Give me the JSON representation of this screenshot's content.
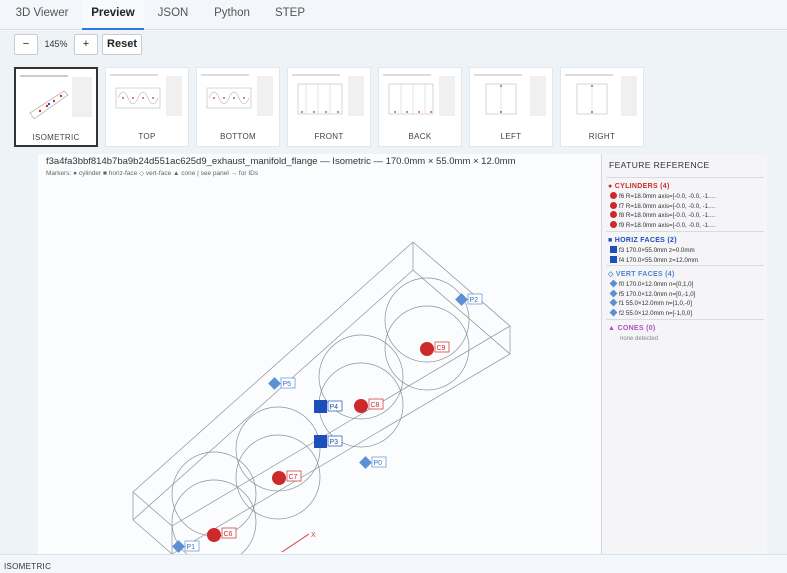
{
  "tabs": [
    {
      "label": "3D Viewer",
      "active": false
    },
    {
      "label": "Preview",
      "active": true
    },
    {
      "label": "JSON",
      "active": false
    },
    {
      "label": "Python",
      "active": false
    },
    {
      "label": "STEP",
      "active": false
    }
  ],
  "toolbar": {
    "zoom_out": "−",
    "zoom_level": "145%",
    "zoom_in": "+",
    "reset": "Reset"
  },
  "thumbnails": [
    {
      "label": "ISOMETRIC",
      "active": true
    },
    {
      "label": "TOP",
      "active": false
    },
    {
      "label": "BOTTOM",
      "active": false
    },
    {
      "label": "FRONT",
      "active": false
    },
    {
      "label": "BACK",
      "active": false
    },
    {
      "label": "LEFT",
      "active": false
    },
    {
      "label": "RIGHT",
      "active": false
    }
  ],
  "viewer": {
    "title": "f3a4fa3bbf814b7ba9b24d551ac625d9_exhaust_manifold_flange — Isometric — 170.0mm × 55.0mm × 12.0mm",
    "legend": "Markers: ● cylinder  ■ horiz-face  ◇ vert-face  ▲ cone  |  see panel → for IDs",
    "axis_x": "X",
    "markers": [
      {
        "id": "C6",
        "kind": "cylinder"
      },
      {
        "id": "C7",
        "kind": "cylinder"
      },
      {
        "id": "C8",
        "kind": "cylinder"
      },
      {
        "id": "C9",
        "kind": "cylinder"
      },
      {
        "id": "P3",
        "kind": "horiz"
      },
      {
        "id": "P4",
        "kind": "horiz"
      },
      {
        "id": "P0",
        "kind": "vert"
      },
      {
        "id": "P1",
        "kind": "vert"
      },
      {
        "id": "P2",
        "kind": "vert"
      },
      {
        "id": "P5",
        "kind": "vert"
      }
    ]
  },
  "panel": {
    "title": "FEATURE REFERENCE",
    "cylinders": {
      "header": "● CYLINDERS  (4)",
      "rows": [
        "f6  R=18.0mm  axis=[-0.0, -0.0, -1.…",
        "f7  R=18.0mm  axis=[-0.0, -0.0, -1.…",
        "f8  R=18.0mm  axis=[-0.0, -0.0, -1.…",
        "f9  R=18.0mm  axis=[-0.0, -0.0, -1.…"
      ]
    },
    "horiz": {
      "header": "■ HORIZ FACES  (2)",
      "rows": [
        "f3  170.0×55.0mm  z=0.0mm",
        "f4  170.0×55.0mm  z=12.0mm"
      ]
    },
    "vert": {
      "header": "◇ VERT FACES  (4)",
      "rows": [
        "f0  170.0×12.0mm  n=[0,1,0]",
        "f5  170.0×12.0mm  n=[0,-1,0]",
        "f1  55.0×12.0mm  n=[1,0,-0]",
        "f2  55.0×12.0mm  n=[-1,0,0]"
      ]
    },
    "cones": {
      "header": "▲ CONES  (0)",
      "none": "none detected"
    }
  },
  "bottom_label": "ISOMETRIC",
  "colors": {
    "cylinder": "#cc2a2a",
    "horiz": "#1d4fb8",
    "vert": "#5b8fd6",
    "cone": "#b04fc4",
    "accent": "#2a7ae2"
  }
}
